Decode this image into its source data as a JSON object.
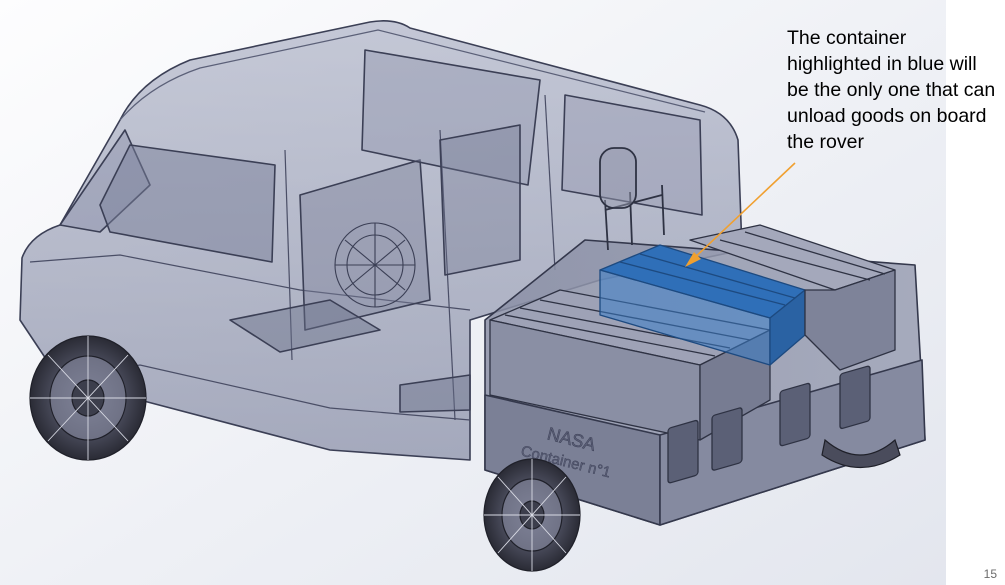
{
  "slide": {
    "annotation": "The container highlighted in blue will be the only one that can unload goods on board the rover",
    "page_number": "15"
  },
  "model": {
    "container_label_line1": "NASA",
    "container_label_line2": "Container n°1",
    "highlight_color": "#2f6fb8",
    "arrow_color": "#f0a030"
  }
}
